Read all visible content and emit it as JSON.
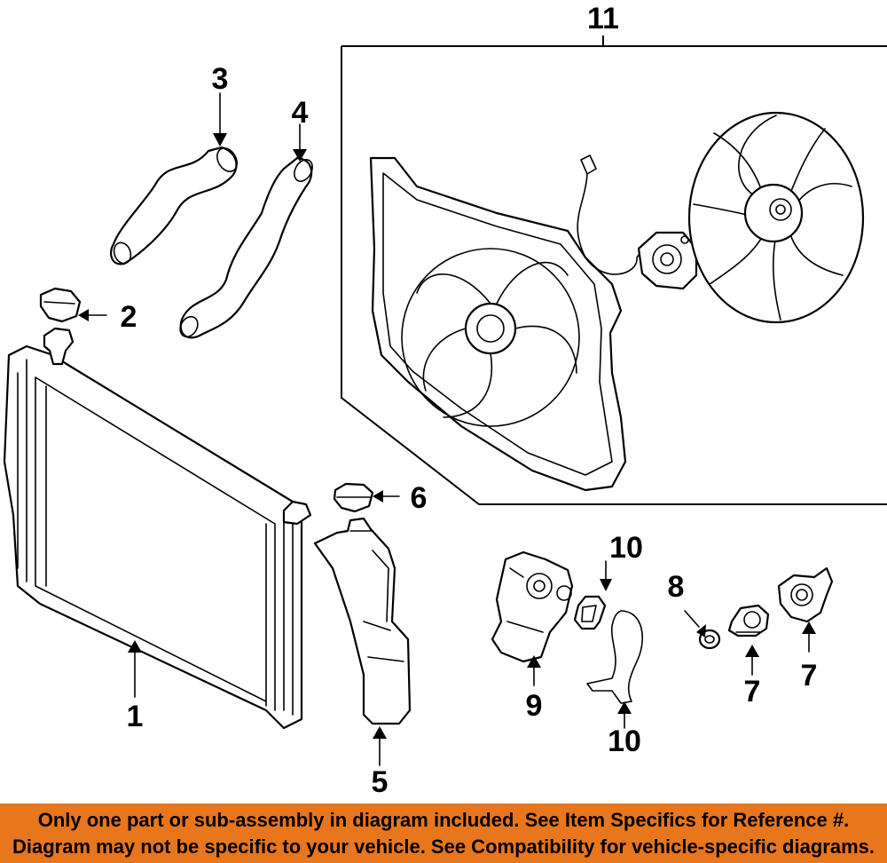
{
  "callouts": {
    "c1": "1",
    "c2": "2",
    "c3": "3",
    "c4": "4",
    "c5": "5",
    "c6": "6",
    "c7a": "7",
    "c7b": "7",
    "c8": "8",
    "c9": "9",
    "c10a": "10",
    "c10b": "10",
    "c11": "11"
  },
  "banner": {
    "line1": "Only one part or sub-assembly in diagram included. See Item Specifics for Reference #.",
    "line2": "Diagram may not be specific to your vehicle. See Compatibility for vehicle-specific diagrams."
  },
  "colors": {
    "banner_bg": "#e8761c",
    "line": "#000000",
    "background": "#ffffff"
  }
}
